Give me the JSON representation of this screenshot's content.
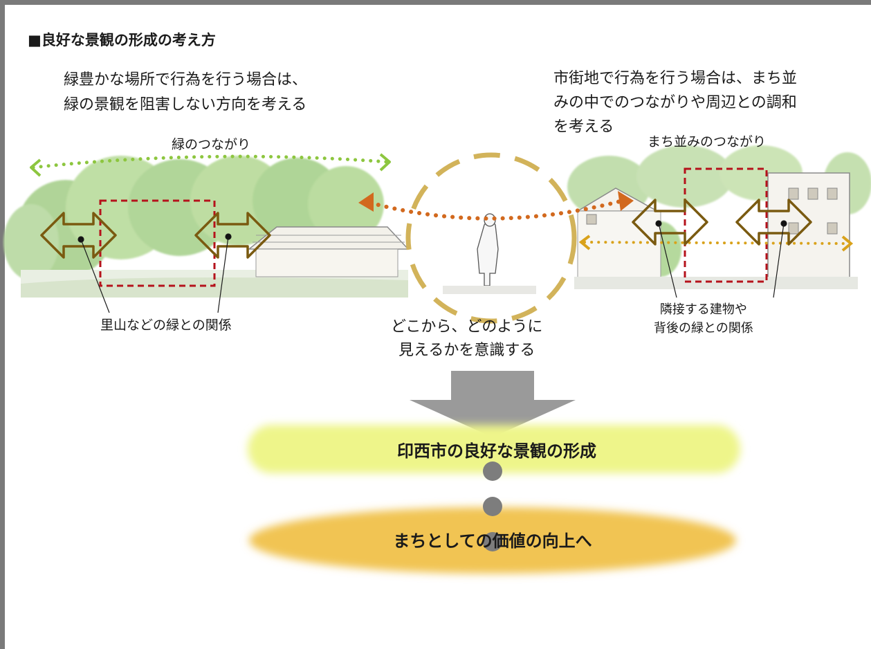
{
  "heading": "■良好な景観の形成の考え方",
  "left_note": {
    "line1": "緑豊かな場所で行為を行う場合は、",
    "line2": "緑の景観を阻害しない方向を考える"
  },
  "right_note": {
    "line1": "市街地で行為を行う場合は、まち並",
    "line2": "みの中でのつながりや周辺との調和",
    "line3": "を考える"
  },
  "labels": {
    "green_connection": "緑のつながり",
    "town_connection": "まち並みのつながり",
    "satoyama_relation": "里山などの緑との関係",
    "neighbor_line1": "隣接する建物や",
    "neighbor_line2": "背後の緑との関係",
    "view_line1": "どこから、どのように",
    "view_line2": "見えるかを意識する"
  },
  "flow": {
    "formation": "印西市の良好な景観の形成",
    "value": "まちとしての価値の向上へ"
  },
  "colors": {
    "green_arrow": "#8dc63f",
    "orange_arrow": "#d2691e",
    "gold_arrow": "#d9a21b",
    "frame_red": "#b5121b",
    "double_arrow": "#7a5a10",
    "view_circle": "#d2b35a",
    "formation_bg": "#eef58a",
    "value_bg": "#f1c453",
    "down_arrow": "#9a9a9a",
    "dots": "#7d7d7d"
  }
}
